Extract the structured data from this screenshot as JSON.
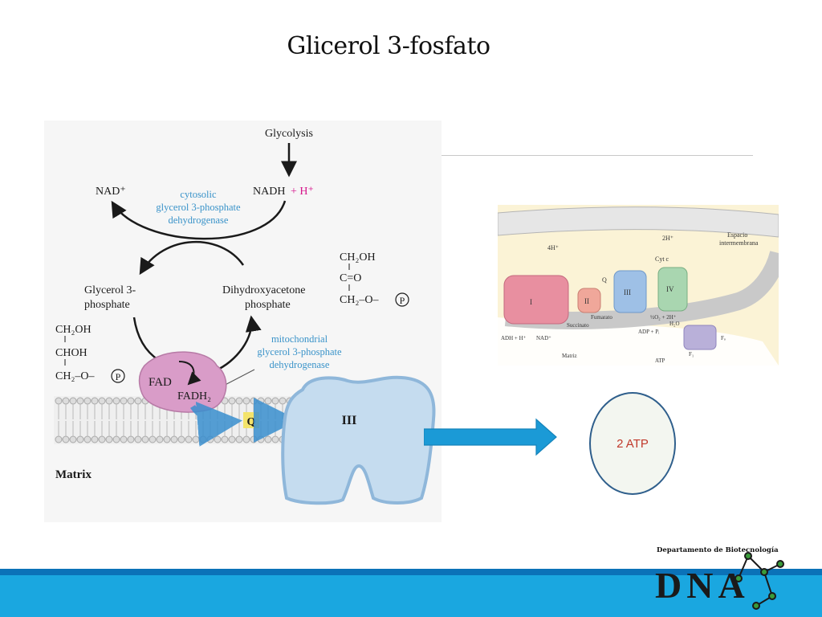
{
  "title": "Glicerol 3-fosfato",
  "diagram": {
    "glycolysis": "Glycolysis",
    "nad_plus": "NAD⁺",
    "nadh": "NADH",
    "plus_h": "+ H⁺",
    "cytosolic_enzyme": [
      "cytosolic",
      "glycerol 3-phosphate",
      "dehydrogenase"
    ],
    "glycerol3p": [
      "Glycerol 3-",
      "phosphate"
    ],
    "dhap": [
      "Dihydroxyacetone",
      "phosphate"
    ],
    "dhap_formula": [
      "CH₂OH",
      "C=O",
      "CH₂–O–"
    ],
    "g3p_formula": [
      "CH₂OH",
      "CHOH",
      "CH₂–O–"
    ],
    "phosphate_symbol": "P",
    "mito_enzyme": [
      "mitochondrial",
      "glycerol 3-phosphate",
      "dehydrogenase"
    ],
    "fad": "FAD",
    "fadh2": "FADH₂",
    "q": "Q",
    "complex": "III",
    "matrix": "Matrix"
  },
  "etc_panel": {
    "labels": [
      "Espacio",
      "intermembrana",
      "4H⁺",
      "2H⁺",
      "Cyt c",
      "I",
      "II",
      "III",
      "IV",
      "Q",
      "Succinato",
      "Fumarato",
      "ADH + H⁺",
      "NAD⁺",
      "ADP + Pᵢ",
      "½O₂ + 2H⁺",
      "H₂O",
      "Fₒ",
      "F₁",
      "Matriz",
      "ATP"
    ]
  },
  "result": {
    "atp": "2 ATP"
  },
  "logo": {
    "caption": "Departamento de Biotecnología",
    "letters": "DNA"
  },
  "colors": {
    "accent_blue": "#1aa7e0",
    "band_blue": "#0b72b8",
    "arrow_blue": "#1b9ad6",
    "atp_red": "#c0392b",
    "enzyme_blue": "#3a93c9",
    "fad_pink": "#d99cc8",
    "h_magenta": "#d6168c"
  }
}
